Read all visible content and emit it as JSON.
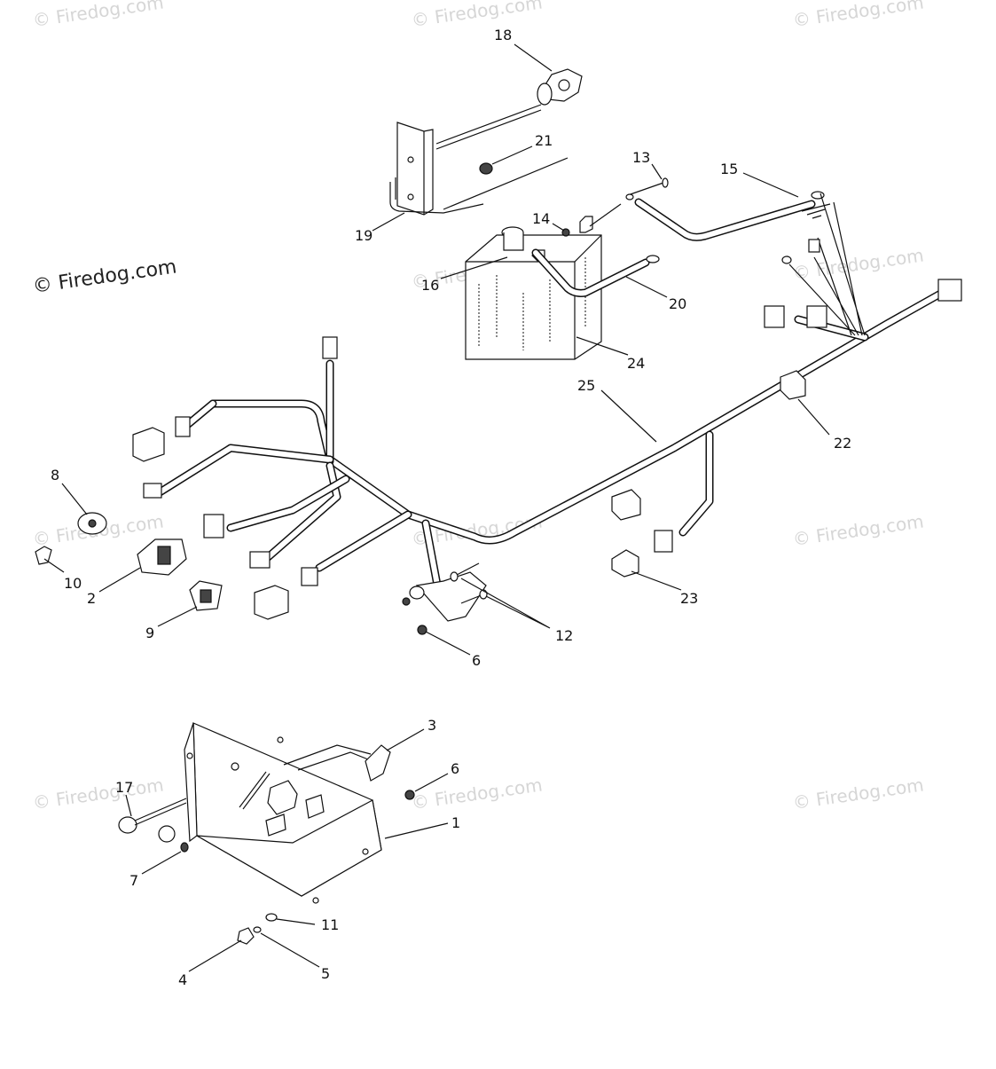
{
  "watermark": {
    "main": "© Firedog.com",
    "repeat": "© Firedog.com"
  },
  "callouts": [
    {
      "id": "18",
      "text": "18"
    },
    {
      "id": "21",
      "text": "21"
    },
    {
      "id": "13",
      "text": "13"
    },
    {
      "id": "15",
      "text": "15"
    },
    {
      "id": "14",
      "text": "14"
    },
    {
      "id": "19",
      "text": "19"
    },
    {
      "id": "16",
      "text": "16"
    },
    {
      "id": "20",
      "text": "20"
    },
    {
      "id": "24",
      "text": "24"
    },
    {
      "id": "25",
      "text": "25"
    },
    {
      "id": "22",
      "text": "22"
    },
    {
      "id": "8",
      "text": "8"
    },
    {
      "id": "10",
      "text": "10"
    },
    {
      "id": "2",
      "text": "2"
    },
    {
      "id": "9",
      "text": "9"
    },
    {
      "id": "12",
      "text": "12"
    },
    {
      "id": "6a",
      "text": "6"
    },
    {
      "id": "23",
      "text": "23"
    },
    {
      "id": "3",
      "text": "3"
    },
    {
      "id": "6b",
      "text": "6"
    },
    {
      "id": "17",
      "text": "17"
    },
    {
      "id": "1",
      "text": "1"
    },
    {
      "id": "7",
      "text": "7"
    },
    {
      "id": "11",
      "text": "11"
    },
    {
      "id": "4",
      "text": "4"
    },
    {
      "id": "5",
      "text": "5"
    }
  ]
}
